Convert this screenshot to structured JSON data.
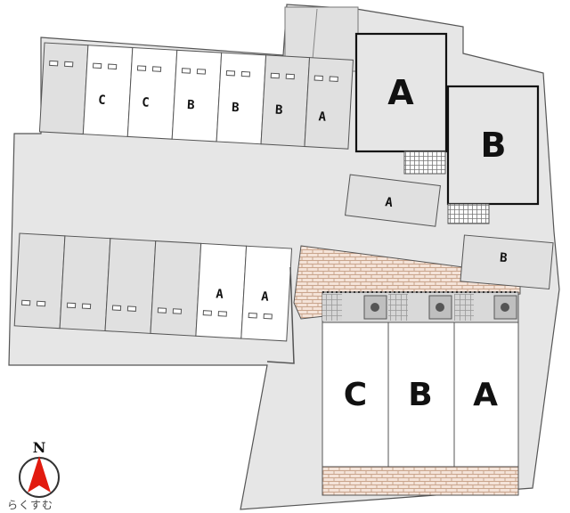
{
  "compass": {
    "north_label": "N"
  },
  "brand": {
    "text": "らくすむ"
  },
  "parking_row_top": {
    "labels": [
      "",
      "C",
      "C",
      "B",
      "B",
      "B",
      "A"
    ]
  },
  "parking_row_bottom": {
    "labels": [
      "",
      "",
      "",
      "",
      "A",
      "A"
    ]
  },
  "tilted_spaces": {
    "left": "A",
    "right": "B"
  },
  "building_upper": {
    "unit_left": "A",
    "unit_right": "B"
  },
  "building_lower": {
    "units": [
      "C",
      "B",
      "A"
    ]
  },
  "colors": {
    "lot": "#e6e6e6",
    "outline": "#555555",
    "space_reserved": "#ffffff",
    "space_free": "#e0e0e0",
    "brick": "#f4e3d8",
    "brick_line": "#c9a48c",
    "compass_red": "#e21b0f"
  }
}
